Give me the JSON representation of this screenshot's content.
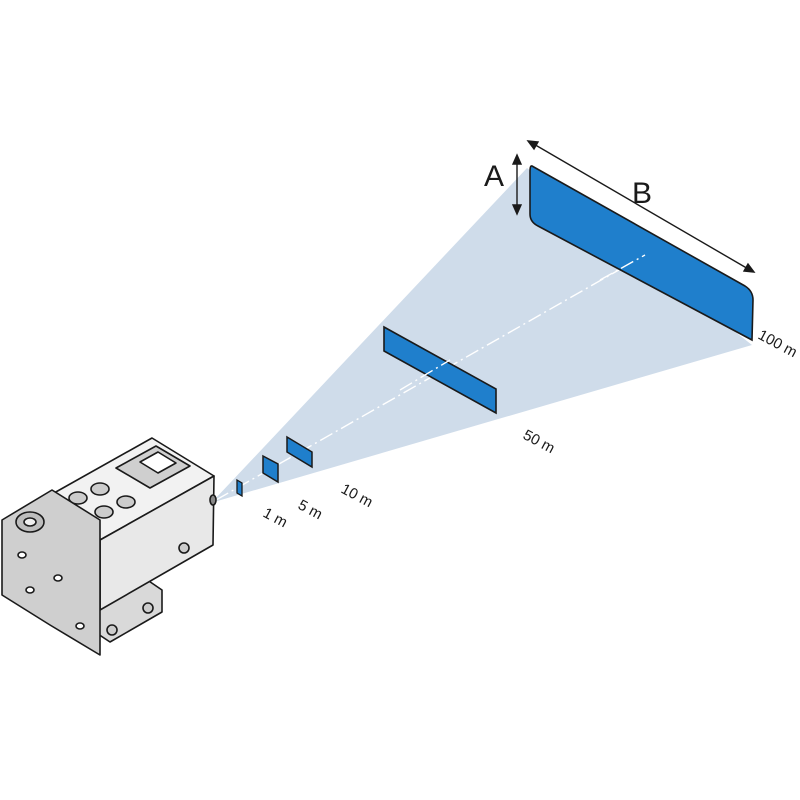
{
  "labels": {
    "height": "A",
    "width": "B"
  },
  "distances": {
    "d1": "1 m",
    "d5": "5 m",
    "d10": "10 m",
    "d50": "50 m",
    "d100": "100 m"
  },
  "colors": {
    "beam": "#cfdcea",
    "spot": "#1f7fcc",
    "outline": "#1a1a1a",
    "housing": "#f2f2f2",
    "mount": "#d9d9d9"
  },
  "icons": {
    "device": "laser-scanner-icon"
  }
}
